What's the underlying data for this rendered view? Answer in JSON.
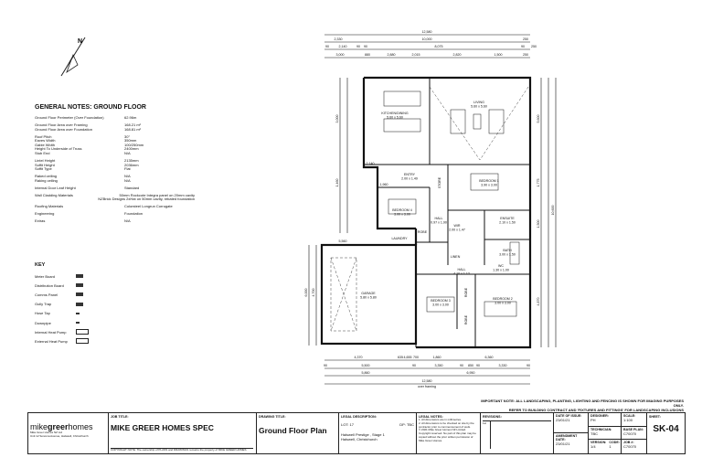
{
  "general_notes": {
    "title": "GENERAL NOTES: GROUND FLOOR",
    "groups": [
      [
        {
          "k": "Ground Floor Perimeter (Over Foundation)",
          "v": "62.96m"
        }
      ],
      [
        {
          "k": "Ground Floor Area over Framing",
          "v": "168.21 m²"
        },
        {
          "k": "Ground Floor Area over Foundation",
          "v": "168.81 m²"
        }
      ],
      [
        {
          "k": "Roof Pitch",
          "v": "30°"
        },
        {
          "k": "Eaves Width",
          "v": "350mm"
        },
        {
          "k": "Gable Width",
          "v": "100/250mm"
        },
        {
          "k": "Height To Underside of Truss",
          "v": "2400mm"
        },
        {
          "k": "Stub End",
          "v": "N/A"
        }
      ],
      [
        {
          "k": "Lintel Height",
          "v": "2135mm"
        },
        {
          "k": "Soffit Height",
          "v": "2036mm"
        },
        {
          "k": "Soffit Type",
          "v": "Flat"
        }
      ],
      [
        {
          "k": "Raked ceiling",
          "v": "N/A"
        },
        {
          "k": "Raking ceiling",
          "v": "N/A"
        }
      ],
      [
        {
          "k": "Internal Door Leaf Height",
          "v": "Standard"
        }
      ],
      [
        {
          "k": "Wall Cladding Materials",
          "v": "50mm Rockcote Integra panel on 20mm cavity"
        },
        {
          "k": "",
          "v": "NZBrick Designs 2xHat on 50mm cavity, rebated foundation"
        }
      ],
      [
        {
          "k": "Roofing Materials",
          "v": "Colorsteel Longrun Corrugate"
        }
      ],
      [
        {
          "k": "Engineering",
          "v": "Foundation"
        }
      ],
      [
        {
          "k": "Extras",
          "v": "N/A"
        }
      ]
    ]
  },
  "key": {
    "title": "KEY",
    "items": [
      {
        "label": "Meter Board",
        "symbol": "filled"
      },
      {
        "label": "Distribution Board",
        "symbol": "filled"
      },
      {
        "label": "Comms Panel",
        "symbol": "filled"
      },
      {
        "label": "Gully Trap",
        "symbol": "filled"
      },
      {
        "label": "Hose Tap",
        "symbol": "small"
      },
      {
        "label": "Downpipe",
        "symbol": "small"
      },
      {
        "label": "Internal Heat Pump",
        "symbol": "box"
      },
      {
        "label": "External Heat Pump",
        "symbol": "box"
      }
    ]
  },
  "plan": {
    "rooms": {
      "kitchen": {
        "name": "KITCHEN/DINING",
        "size": "5.60 x 5.60"
      },
      "living": {
        "name": "LIVING",
        "size": "5.60 x 5.60"
      },
      "entry": {
        "name": "ENTRY",
        "size": "2.00 x 1.49"
      },
      "bedroom1": {
        "name": "BEDROOM 1",
        "size": "3.90 x 3.00"
      },
      "bedroom4": {
        "name": "BEDROOM 4",
        "size": "3.00 x 3.00"
      },
      "hall": {
        "name": "HALL",
        "size": "0.97 x 1.90"
      },
      "wir": {
        "name": "WIR",
        "size": "2.00 x 1.47"
      },
      "ensuite": {
        "name": "ENSUITE",
        "size": "2.10 x 1.50"
      },
      "bath": {
        "name": "BATH",
        "size": "3.00 x 1.50"
      },
      "laundry": {
        "name": "LAUNDRY",
        "size": ""
      },
      "garage": {
        "name": "GARAGE",
        "size": "5.80 x 5.80"
      },
      "hall2": {
        "name": "HALL",
        "size": "4.10 x 1.12"
      },
      "bedroom3": {
        "name": "BEDROOM 3",
        "size": "3.00 x 3.00"
      },
      "bedroom2": {
        "name": "BEDROOM 2",
        "size": "3.00 x 3.00"
      },
      "wc": {
        "name": "WC",
        "size": "1.30 x 1.00"
      }
    },
    "labels": {
      "store": "STORE",
      "robe": "ROBE",
      "linen": "LINEN",
      "robe2": "ROBE",
      "robe3": "ROBE"
    },
    "top_dims": {
      "overall": "12,580",
      "row2": [
        "2,330",
        "10,000",
        "250"
      ],
      "row3": [
        "90",
        "2,140",
        "90",
        "90",
        "8,075",
        "90",
        "250"
      ],
      "row4": [
        "3,000",
        "880",
        "2,880",
        "2,015",
        "2,820",
        "1,500",
        "250"
      ]
    },
    "bottom_dims": {
      "row1": [
        "4,370",
        "635",
        "4,655",
        "700",
        "1,860",
        "6,360"
      ],
      "row2": [
        "90",
        "5,500",
        "90",
        "3,350",
        "90",
        "850",
        "90",
        "3,330",
        "90"
      ],
      "row3": [
        "5,860",
        "6,950"
      ],
      "overall": "12,580",
      "overall_note": "over framing"
    },
    "side_dims": {
      "left": [
        "3,000",
        "1,460",
        "6,000",
        "4,700"
      ],
      "right": [
        "5,600",
        "1,775",
        "1,500",
        "4,870"
      ],
      "overall_right": "10,600",
      "left_mid": "2,140",
      "left_mid2": "1,960",
      "left_mid3": "5,560"
    }
  },
  "important_note": {
    "line1": "IMPORTANT NOTE: ALL LANDSCAPING, PLANTING, LIGHTING AND FENCING IS SHOWN FOR IMAGING PURPOSES ONLY.",
    "line2": "REFER TO BUILDING CONTRACT AND 'FIXTURES AND FITTINGS' FOR LANDSCAPING INCLUSIONS"
  },
  "title_block": {
    "logo": {
      "brand_a": "mike",
      "brand_b": "greer",
      "brand_c": "homes",
      "sub": "Mike Greer Homes NZ Ltd",
      "address": "Unit 12 Sonoma Avenue, Halswell, Christchurch"
    },
    "job_title_label": "JOB TITLE:",
    "job_title": "MIKE GREER HOMES SPEC",
    "job_footnote": "COPYRIGHT NOTE: The ownership of PLANS and DRAWINGS remains the property of MIKE GREER HOMES",
    "drawing_title_label": "DRAWING TITLE:",
    "drawing_title": "Ground Floor Plan",
    "legal_label": "LEGAL DESCRIPTION:",
    "lot": "LOT: 17",
    "dp": "DP: TBC",
    "address1": "Halswell Prestige , Stage 1",
    "address2": "Halswell, Christchurch",
    "legal_notes_label": "LEGAL NOTES:",
    "legal_notes": [
      "1. All dimensions are in millimetres.",
      "2. All dimensions to be checked on site by the contractor prior to commencement of work.",
      "© 2021 Mike Greer Homes NZ Limited.",
      "Copyright reserved. No part of this plan may be copied without the prior written permission of Mike Greer Homes."
    ],
    "revisions_label": "REVISIONS:",
    "revision_no": "1st",
    "date_issue_label": "DATE OF ISSUE:",
    "date_issue": "23/01/21",
    "amendment_label": "AMENDMENT DATE:",
    "amendment_date": "23/01/21",
    "designer_label": "DESIGNER:",
    "designer": "PH",
    "technician_label": "TECHNICIAN:",
    "technician": "TBC",
    "version_label": "VERSION:",
    "version": "1/4",
    "code_label": "CODE:",
    "code": "1",
    "scale_label": "SCALE:",
    "scale": "1:100",
    "base_plan_label": "BASE PLAN:",
    "base_plan": "C70070",
    "job_no_label": "JOB #:",
    "job_no": "C70070",
    "sheet_label": "SHEET:",
    "sheet": "SK-04"
  }
}
